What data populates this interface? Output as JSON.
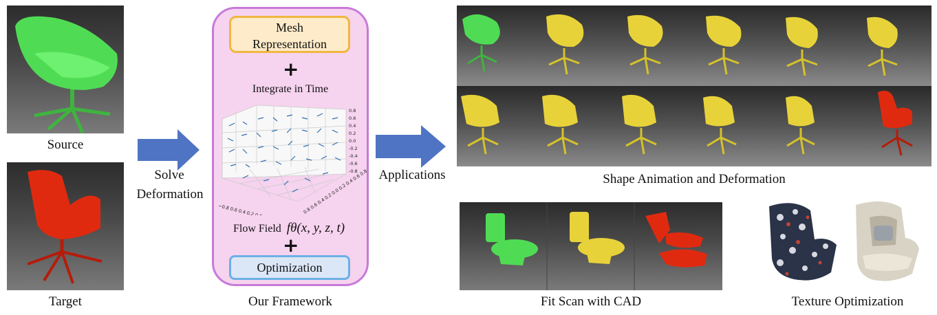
{
  "left": {
    "source_label": "Source",
    "target_label": "Target",
    "solve_label_1": "Solve",
    "solve_label_2": "Deformation"
  },
  "framework": {
    "mesh_box_line1": "Mesh",
    "mesh_box_line2": "Representation",
    "integrate_label": "Integrate in Time",
    "flow_field_label": "Flow Field",
    "flow_field_formula": "fθ(x, y, z, t)",
    "optimization_label": "Optimization",
    "caption": "Our Framework",
    "plot_z_ticks": [
      "0.8",
      "0.6",
      "0.4",
      "0.2",
      "0.0",
      "-0.2",
      "-0.4",
      "-0.6",
      "-0.8"
    ],
    "plot_x_ticks": "−0.8 0.6 0.4 0.2 0.0 0.2 0.4 0.6 0.8",
    "plot_y_ticks": "0.8 0.6 0.4 0.2 0.0 0.2 0.4 0.6 0.8"
  },
  "right": {
    "applications_label": "Applications",
    "shape_caption": "Shape Animation and Deformation",
    "fit_caption": "Fit Scan with CAD",
    "texture_caption": "Texture Optimization"
  },
  "colors": {
    "source": "#4fdc54",
    "target": "#e02a10",
    "intermediate": "#e8d23a",
    "arrow": "#4f74c4",
    "framework_bg": "#f6d3ee",
    "framework_border": "#c77ad9"
  }
}
